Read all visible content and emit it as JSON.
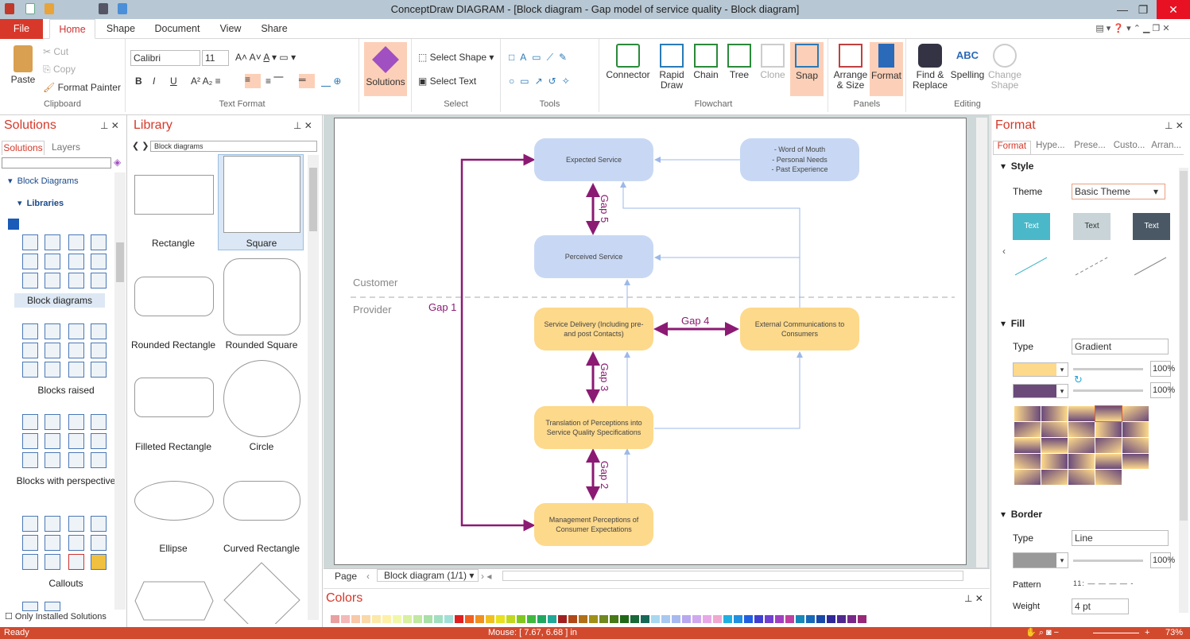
{
  "window": {
    "title": "ConceptDraw DIAGRAM - [Block diagram - Gap model of service quality - Block diagram]"
  },
  "tabs": {
    "file": "File",
    "home": "Home",
    "shape": "Shape",
    "document": "Document",
    "view": "View",
    "share": "Share"
  },
  "clipboard": {
    "paste": "Paste",
    "cut": "Cut",
    "copy": "Copy",
    "format_painter": "Format Painter",
    "group": "Clipboard"
  },
  "text_format": {
    "font": "Calibri",
    "size": "11",
    "bold": "B",
    "italic": "I",
    "underline": "U",
    "group": "Text Format"
  },
  "solutions_btn": {
    "label": "Solutions"
  },
  "select": {
    "shape": "Select Shape",
    "text": "Select Text",
    "group": "Select"
  },
  "tools": {
    "group": "Tools"
  },
  "flowchart": {
    "connector": "Connector",
    "rapid_draw": "Rapid Draw",
    "chain": "Chain",
    "tree": "Tree",
    "clone": "Clone",
    "snap": "Snap",
    "group": "Flowchart"
  },
  "panels": {
    "arrange": "Arrange & Size",
    "format": "Format",
    "group": "Panels"
  },
  "editing": {
    "find": "Find & Replace",
    "spelling": "Spelling",
    "change": "Change Shape",
    "group": "Editing"
  },
  "solutions_panel": {
    "title": "Solutions",
    "tab_solutions": "Solutions",
    "tab_layers": "Layers",
    "tree_block": "Block Diagrams",
    "tree_libs": "Libraries",
    "groups": [
      "Block diagrams",
      "Blocks raised",
      "Blocks with perspective",
      "Callouts"
    ],
    "only_installed": "Only Installed Solutions"
  },
  "library_panel": {
    "title": "Library",
    "dropdown": "Block diagrams",
    "shapes": [
      "Rectangle",
      "Square",
      "Rounded Rectangle",
      "Rounded Square",
      "Filleted Rectangle",
      "Circle",
      "Ellipse",
      "Curved Rectangle"
    ]
  },
  "diagram": {
    "nodes": {
      "expected": "Expected Service",
      "wom": "- Word of Mouth\n- Personal Needs\n- Past Experience",
      "perceived": "Perceived Service",
      "delivery": "Service Delivery (Including pre- and post Contacts)",
      "external": "External Communications to Consumers",
      "translation": "Translation of Perceptions into Service Quality Specifications",
      "management": "Management Perceptions of Consumer Expectations"
    },
    "labels": {
      "customer": "Customer",
      "provider": "Provider",
      "gap1": "Gap 1",
      "gap2": "Gap 2",
      "gap3": "Gap 3",
      "gap4": "Gap 4",
      "gap5": "Gap 5"
    },
    "colors": {
      "blue_node": "#c8d8f4",
      "yellow_node": "#fdd98b",
      "gap_arrow": "#8b1a73",
      "connector": "#9db8e8"
    }
  },
  "page_nav": {
    "page_label": "Page",
    "page_sel": "Block diagram (1/1)"
  },
  "colors_panel": {
    "title": "Colors",
    "swatches": [
      "#e8a0a0",
      "#f4b8b8",
      "#f8c8a8",
      "#fad8a8",
      "#fce8a8",
      "#fff0a8",
      "#f0f8a8",
      "#d8f0a0",
      "#c0e8a0",
      "#a8e0a8",
      "#a0e0c0",
      "#a0e0d8",
      "#e02020",
      "#f06020",
      "#f09020",
      "#f0c020",
      "#e8e020",
      "#c0d820",
      "#80c820",
      "#40b840",
      "#20a860",
      "#20a898",
      "#a02020",
      "#b04818",
      "#b07018",
      "#a09018",
      "#708820",
      "#487818",
      "#206818",
      "#186838",
      "#186858",
      "#a8d8f0",
      "#a8c8f0",
      "#a8b8f0",
      "#b8a8f0",
      "#d0a8f0",
      "#e8a8e8",
      "#f0a8d0",
      "#20b0e0",
      "#2090e0",
      "#2060e0",
      "#4040d0",
      "#7040d0",
      "#a040c0",
      "#c040a0",
      "#1888b8",
      "#1868b8",
      "#1848a8",
      "#302898",
      "#502890",
      "#782888",
      "#982878"
    ]
  },
  "format_panel": {
    "title": "Format",
    "tabs": [
      "Format",
      "Hype...",
      "Prese...",
      "Custo...",
      "Arran..."
    ],
    "style": "Style",
    "theme_label": "Theme",
    "theme_value": "Basic Theme",
    "theme_sample": "Text",
    "fill": "Fill",
    "type_label": "Type",
    "fill_type": "Gradient",
    "fill_color1": "#fdd98b",
    "fill_color2": "#6b4a7a",
    "pct": "100%",
    "border": "Border",
    "border_type": "Line",
    "pattern_label": "Pattern",
    "weight_label": "Weight",
    "weight_value": "4 pt"
  },
  "status": {
    "left": "Ready",
    "mouse": "Mouse: [ 7.67, 6.68 ] in",
    "zoom": "73%"
  }
}
